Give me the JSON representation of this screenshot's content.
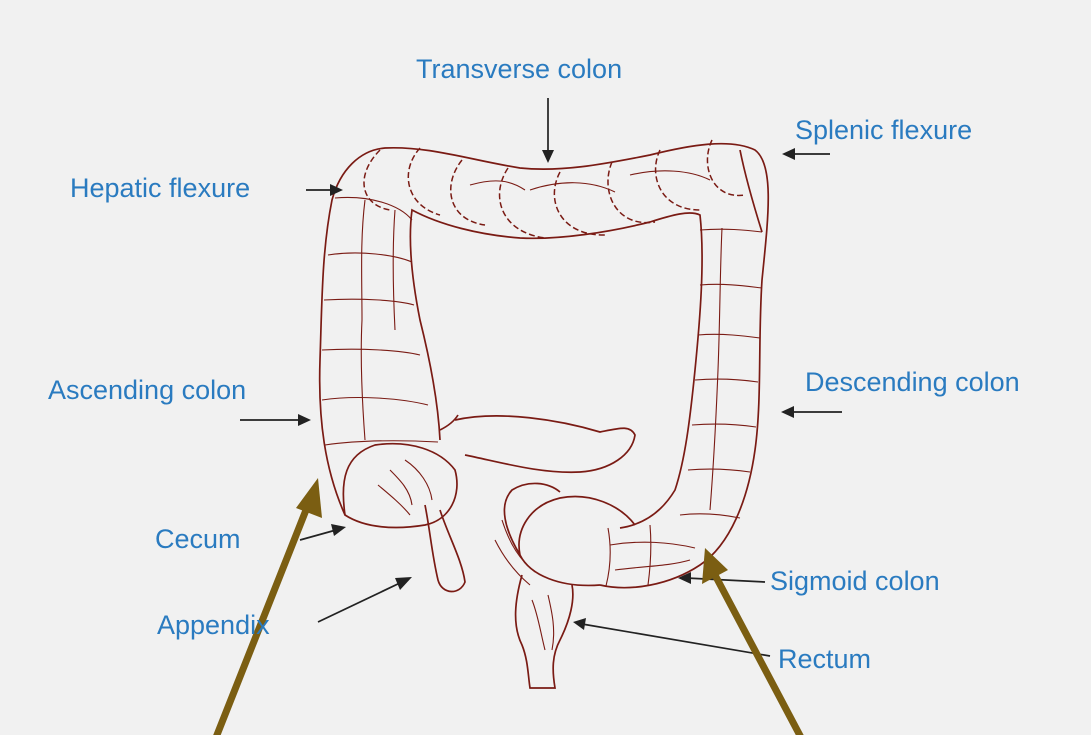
{
  "labels": {
    "transverse": "Transverse colon",
    "splenic": "Splenic flexure",
    "hepatic": "Hepatic flexure",
    "ascending": "Ascending colon",
    "descending": "Descending colon",
    "cecum": "Cecum",
    "appendix": "Appendix",
    "sigmoid": "Sigmoid colon",
    "rectum": "Rectum"
  },
  "colors": {
    "label": "#2a7bc0",
    "outline": "#7a1b14",
    "pointer": "#222222",
    "highlight_arrow": "#7b5e12",
    "background": "#f1f1f1"
  }
}
